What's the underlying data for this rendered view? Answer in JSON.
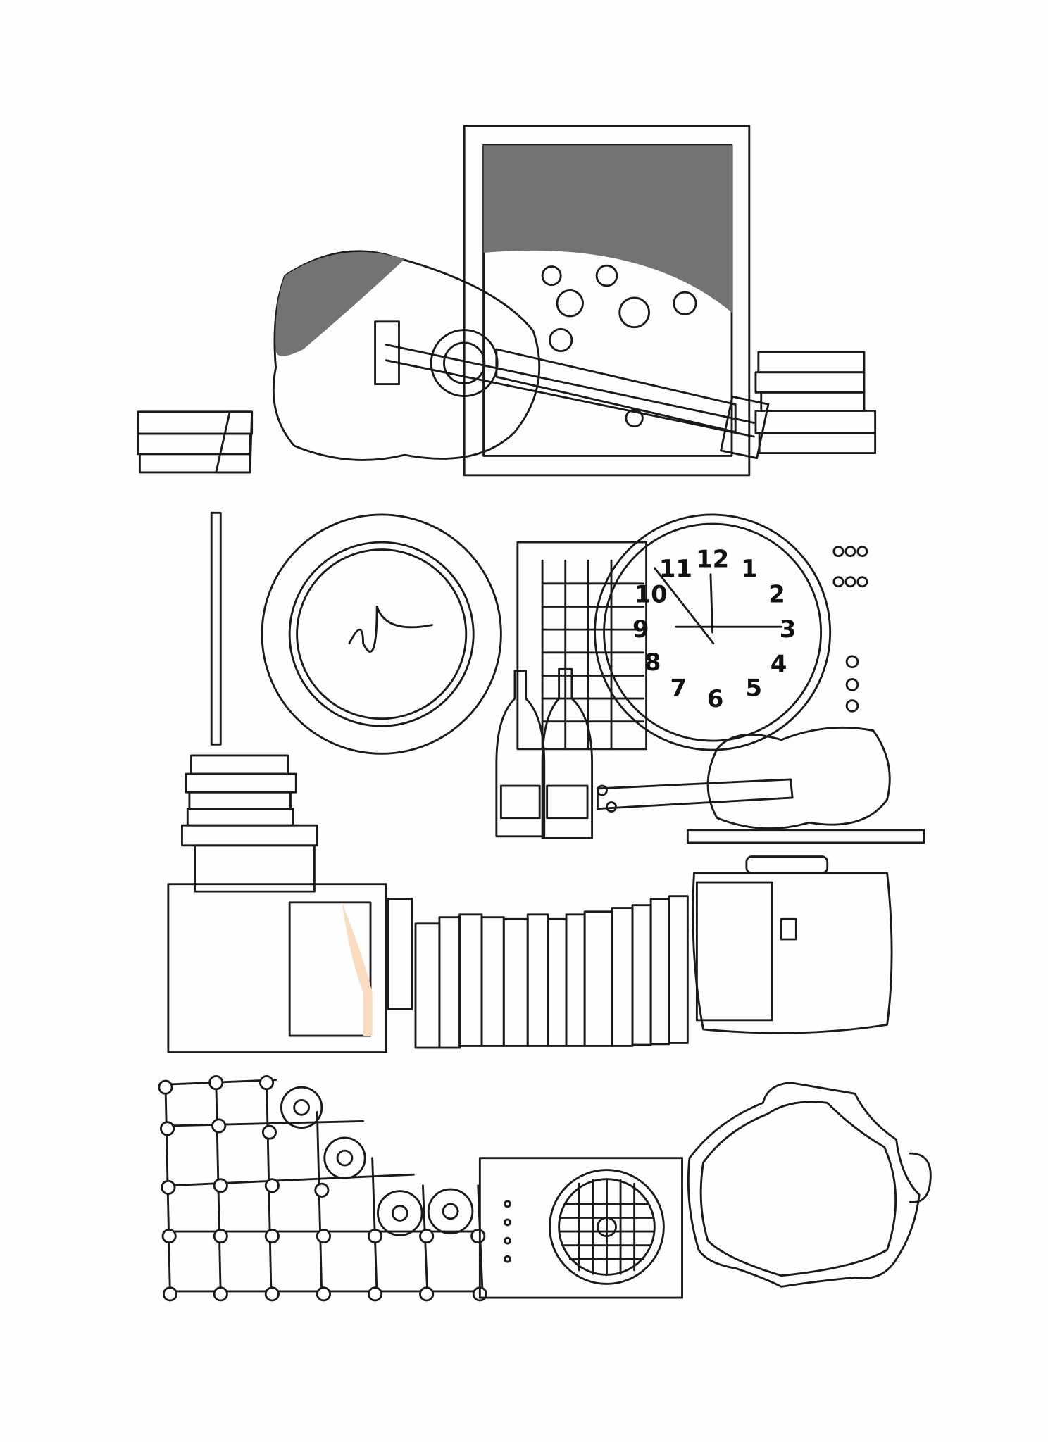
{
  "illustration": {
    "clock": {
      "numerals": [
        "12",
        "1",
        "2",
        "3",
        "4",
        "5",
        "6",
        "7",
        "8",
        "9",
        "10",
        "11"
      ]
    }
  },
  "colors": {
    "orange": "#f0aa5c",
    "peach": "#f9dcbf",
    "gray": "#737373",
    "green": "#3e6e3e",
    "olive": "#5d7a1e",
    "ink": "#1a1a1a"
  }
}
